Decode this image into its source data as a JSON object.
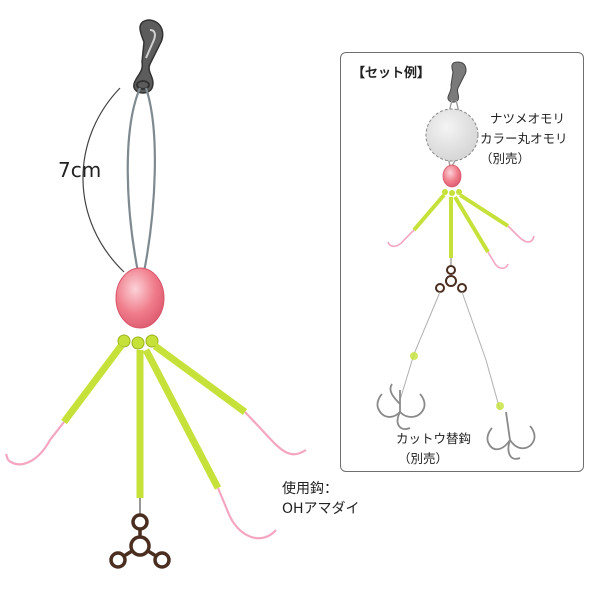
{
  "main_figure": {
    "length_label": "7cm",
    "hook_label_line1": "使用鈎：",
    "hook_label_line2": "OHアマダイ"
  },
  "set_example": {
    "title": "【セット例】",
    "sinker_label_line1": "ナツメオモリ",
    "sinker_label_line2": "カラー丸オモリ",
    "sinker_label_line3": "（別売）",
    "spare_hook_label_line1": "カットウ替鈎",
    "spare_hook_label_line2": "（別売）"
  },
  "colors": {
    "bead": "#f07c8a",
    "arm": "#c6e23a",
    "hook": "#f4a6c0",
    "ring": "#4a2e20",
    "snap": "#5a5a5a",
    "box_border": "#6f6f6f"
  }
}
